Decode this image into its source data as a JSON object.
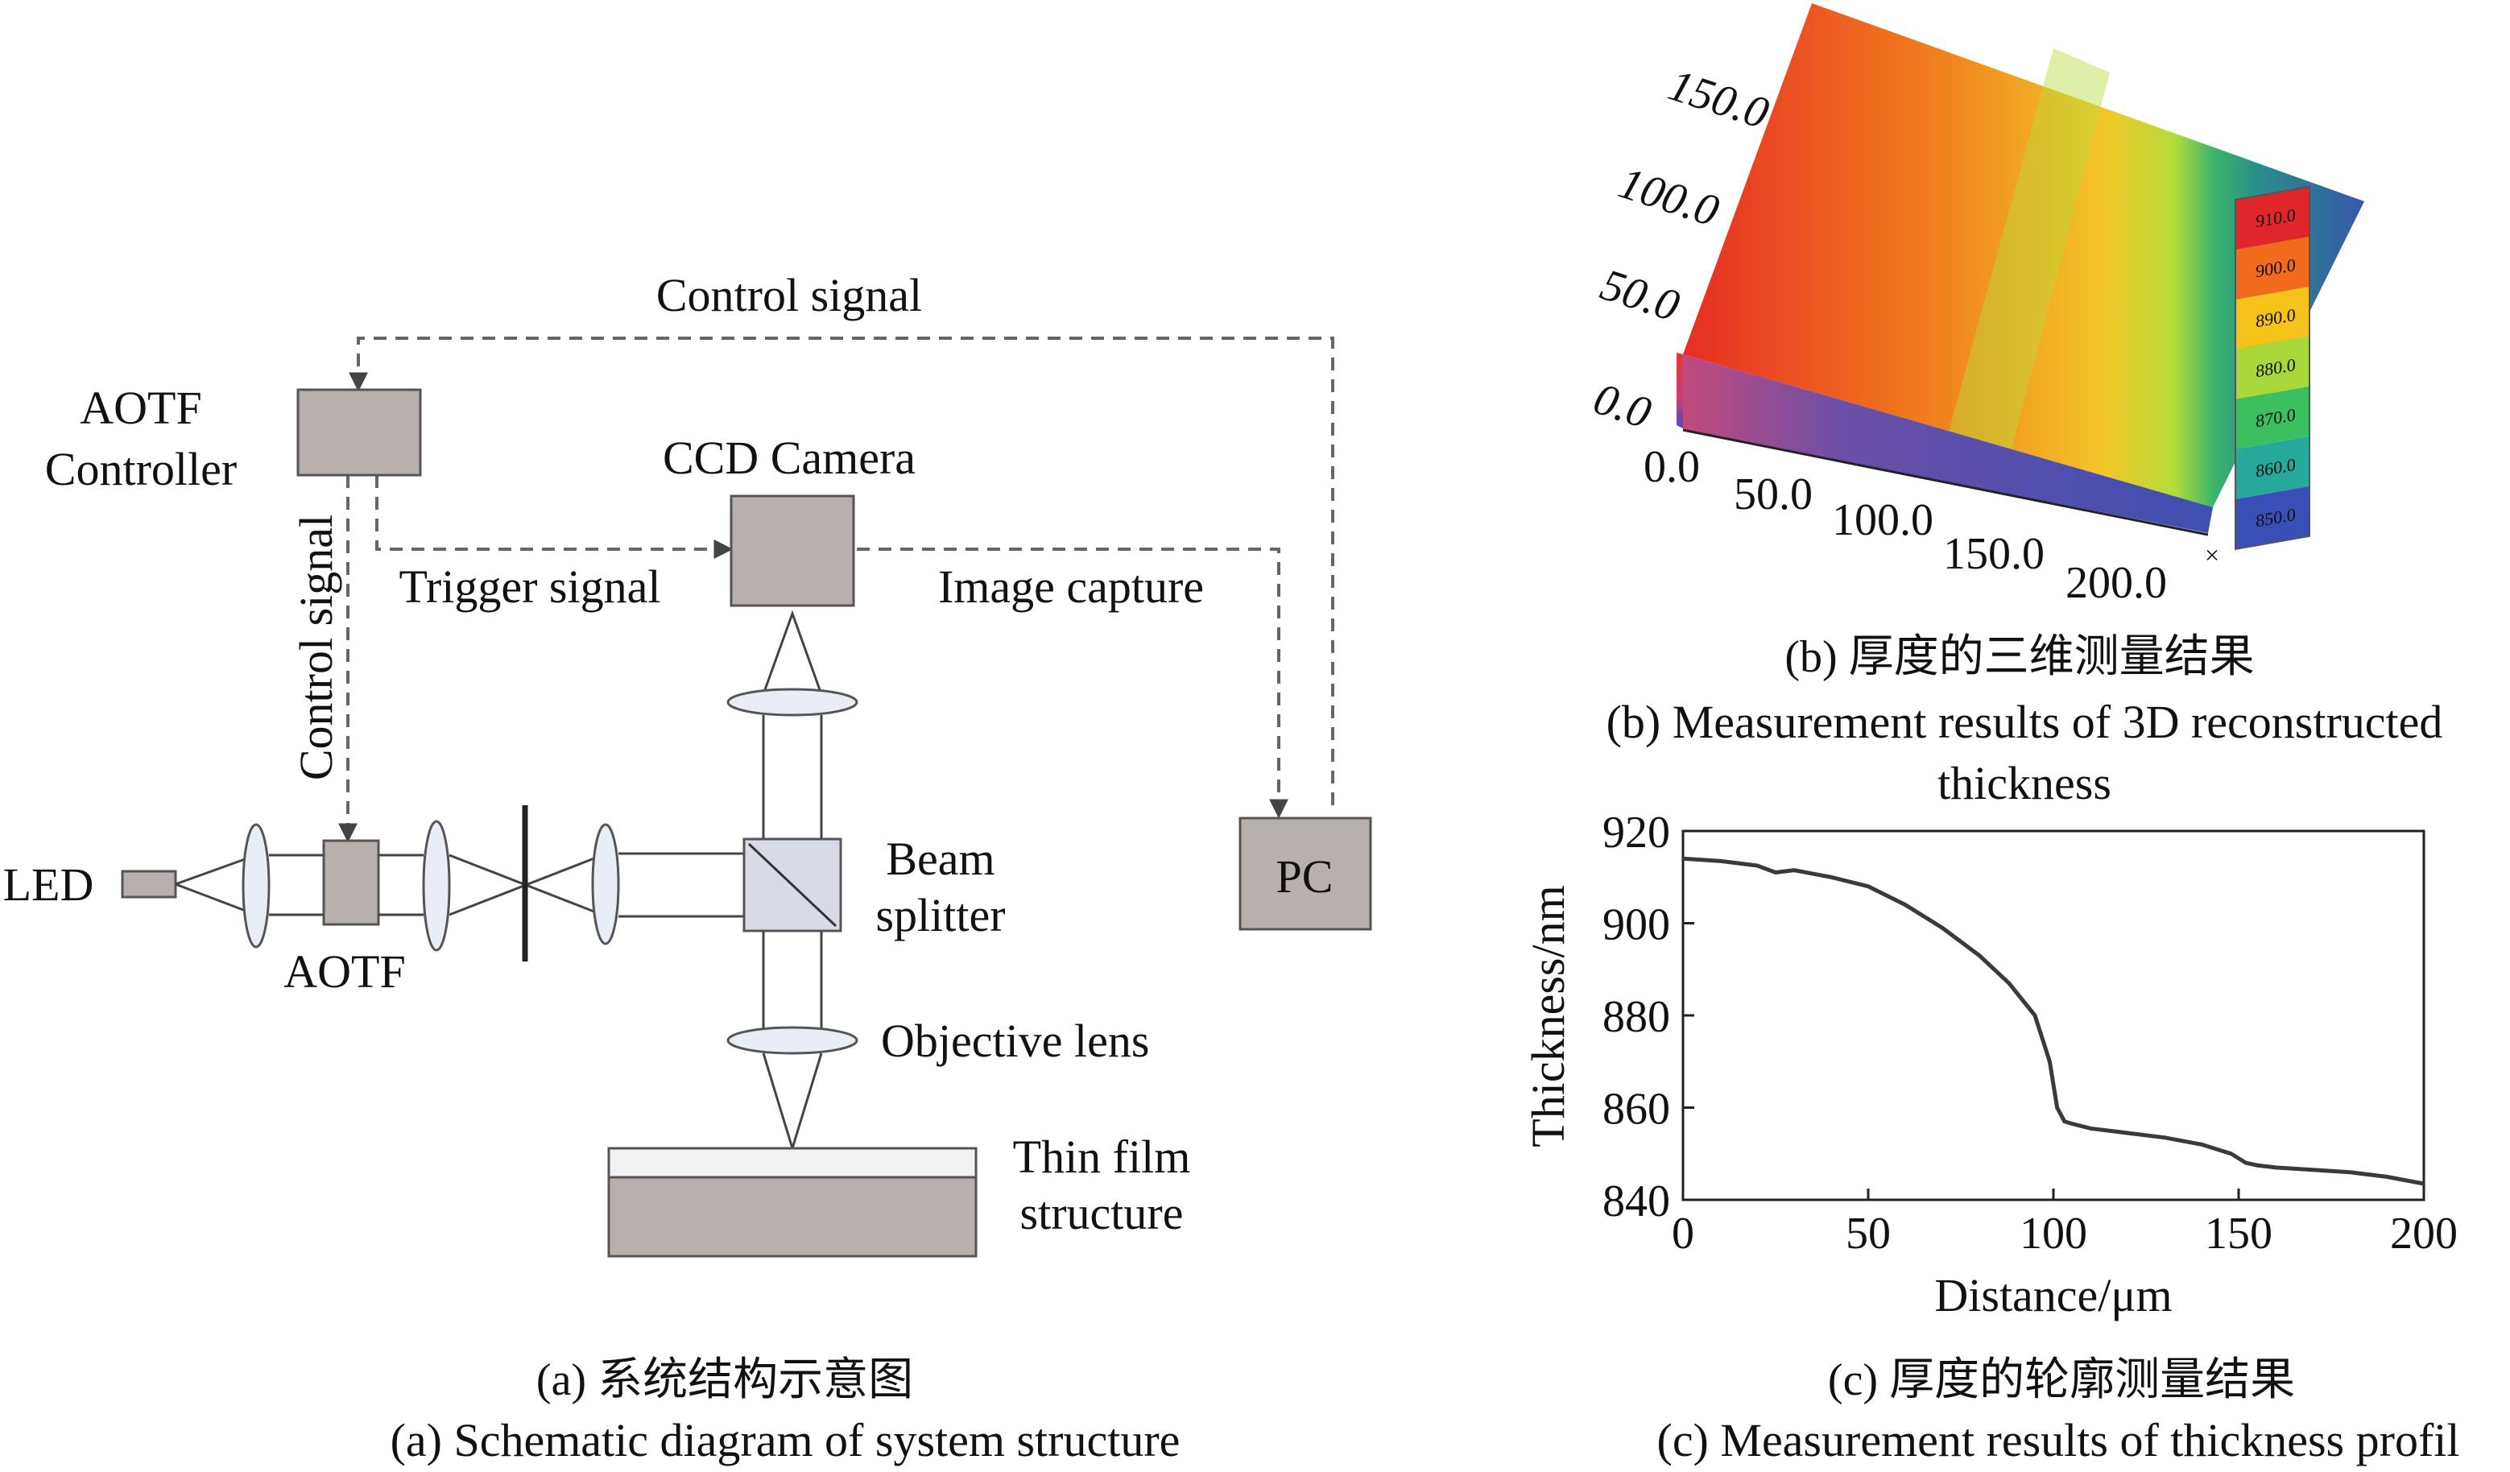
{
  "colors": {
    "box_fill": "#b7b0ad",
    "box_stroke": "#555555",
    "lens_fill": "#e9edf5",
    "dashed": "#666666",
    "line": "#444444",
    "film_top": "#f2f2f2",
    "curve": "#3a3a3a"
  },
  "schematic": {
    "labels": {
      "control_signal_top": "Control signal",
      "aotf_controller_l1": "AOTF",
      "aotf_controller_l2": "Controller",
      "control_signal_side": "Control signal",
      "ccd_camera": "CCD Camera",
      "trigger_signal": "Trigger signal",
      "image_capture": "Image capture",
      "led": "LED",
      "aotf": "AOTF",
      "beam_l1": "Beam",
      "beam_l2": "splitter",
      "pc": "PC",
      "objective_lens": "Objective lens",
      "thin_film_l1": "Thin film",
      "thin_film_l2": "structure"
    },
    "caption_cn": "(a) 系统结构示意图",
    "caption_en": "(a) Schematic diagram of system structure"
  },
  "surface3d": {
    "axis_y_ticks": [
      "150.0",
      "100.0",
      "50.0",
      "0.0"
    ],
    "axis_x_ticks": [
      "0.0",
      "50.0",
      "100.0",
      "150.0",
      "200.0"
    ],
    "colorbar_ticks": [
      "910.0",
      "900.0",
      "890.0",
      "880.0",
      "870.0",
      "860.0",
      "850.0"
    ],
    "colorbar_colors": [
      "#e0262a",
      "#f26b1d",
      "#f5c21a",
      "#a9d83a",
      "#3bbf61",
      "#26a99a",
      "#3a4fb5"
    ],
    "caption_cn": "(b) 厚度的三维测量结果",
    "caption_en_l1": "(b) Measurement results of 3D reconstructed",
    "caption_en_l2": "thickness"
  },
  "chart_data": {
    "type": "line",
    "x": [
      0,
      10,
      20,
      25,
      30,
      40,
      50,
      60,
      70,
      80,
      88,
      95,
      99,
      101,
      103,
      105,
      110,
      120,
      130,
      140,
      148,
      152,
      155,
      160,
      170,
      180,
      190,
      200
    ],
    "y": [
      914,
      913.5,
      912.5,
      911,
      911.5,
      910,
      908,
      904,
      899,
      893,
      887,
      880,
      870,
      860,
      857,
      856.5,
      855.5,
      854.5,
      853.5,
      852,
      850,
      848,
      847.5,
      847,
      846.5,
      846,
      845,
      843.5
    ],
    "xlim": [
      0,
      200
    ],
    "ylim": [
      840,
      920
    ],
    "xticks": [
      0,
      50,
      100,
      150,
      200
    ],
    "yticks": [
      840,
      860,
      880,
      900,
      920
    ],
    "xlabel": "Distance/μm",
    "ylabel": "Thickness/nm",
    "caption_cn": "(c) 厚度的轮廓测量结果",
    "caption_en": "(c) Measurement results of thickness profil"
  }
}
